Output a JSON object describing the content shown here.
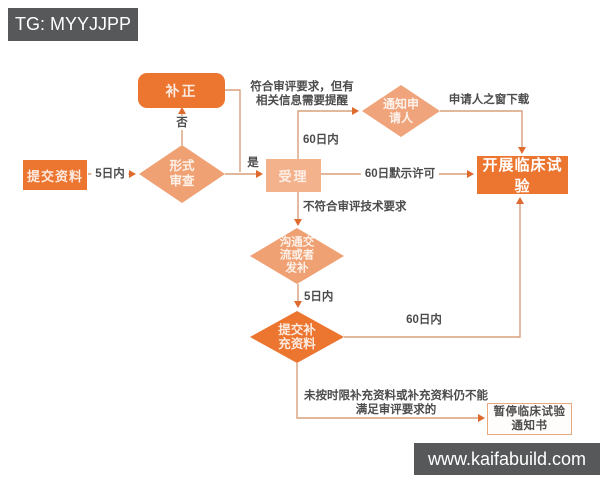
{
  "watermarks": {
    "top": "TG: MYYJJPP",
    "bottom": "www.kaifabuild.com"
  },
  "colors": {
    "accent_strong": "#ec7530",
    "accent_light": "#f3b28c",
    "accent_mid": "#f0a173",
    "connector": "#d9a07c",
    "arrowhead": "#df6a2e",
    "label_text": "#4c4c4c",
    "watermark_bg": "#57585a"
  },
  "nodes": {
    "submit": {
      "label": "提交资料"
    },
    "formal_review": {
      "line1": "形式",
      "line2": "审查"
    },
    "correction": {
      "label": "补正"
    },
    "acceptance": {
      "label": "受理"
    },
    "notify_applicant": {
      "line1": "通知申",
      "line2": "请人"
    },
    "start_trial": {
      "label": "开展临床试验"
    },
    "communication": {
      "line1": "沟通交",
      "line2": "流或者",
      "line3": "发补"
    },
    "supplement": {
      "line1": "提交补",
      "line2": "充资料"
    },
    "suspend_notice": {
      "line1": "暂停临床试验",
      "line2": "通知书"
    }
  },
  "edge_labels": {
    "within_5_days_1": "5日内",
    "no": "否",
    "yes": "是",
    "within_60_days_top": "60日内",
    "meets_requirement_line1": "符合审评要求，但有",
    "meets_requirement_line2": "相关信息需要提醒",
    "applicant_window_download": "申请人之窗下载",
    "tacit_permission_60_days": "60日默示许可",
    "not_meet_technical": "不符合审评技术要求",
    "within_5_days_2": "5日内",
    "within_60_days_bottom": "60日内",
    "overdue_line1": "未按时限补充资料或补充资料仍不能",
    "overdue_line2": "满足审评要求的"
  }
}
